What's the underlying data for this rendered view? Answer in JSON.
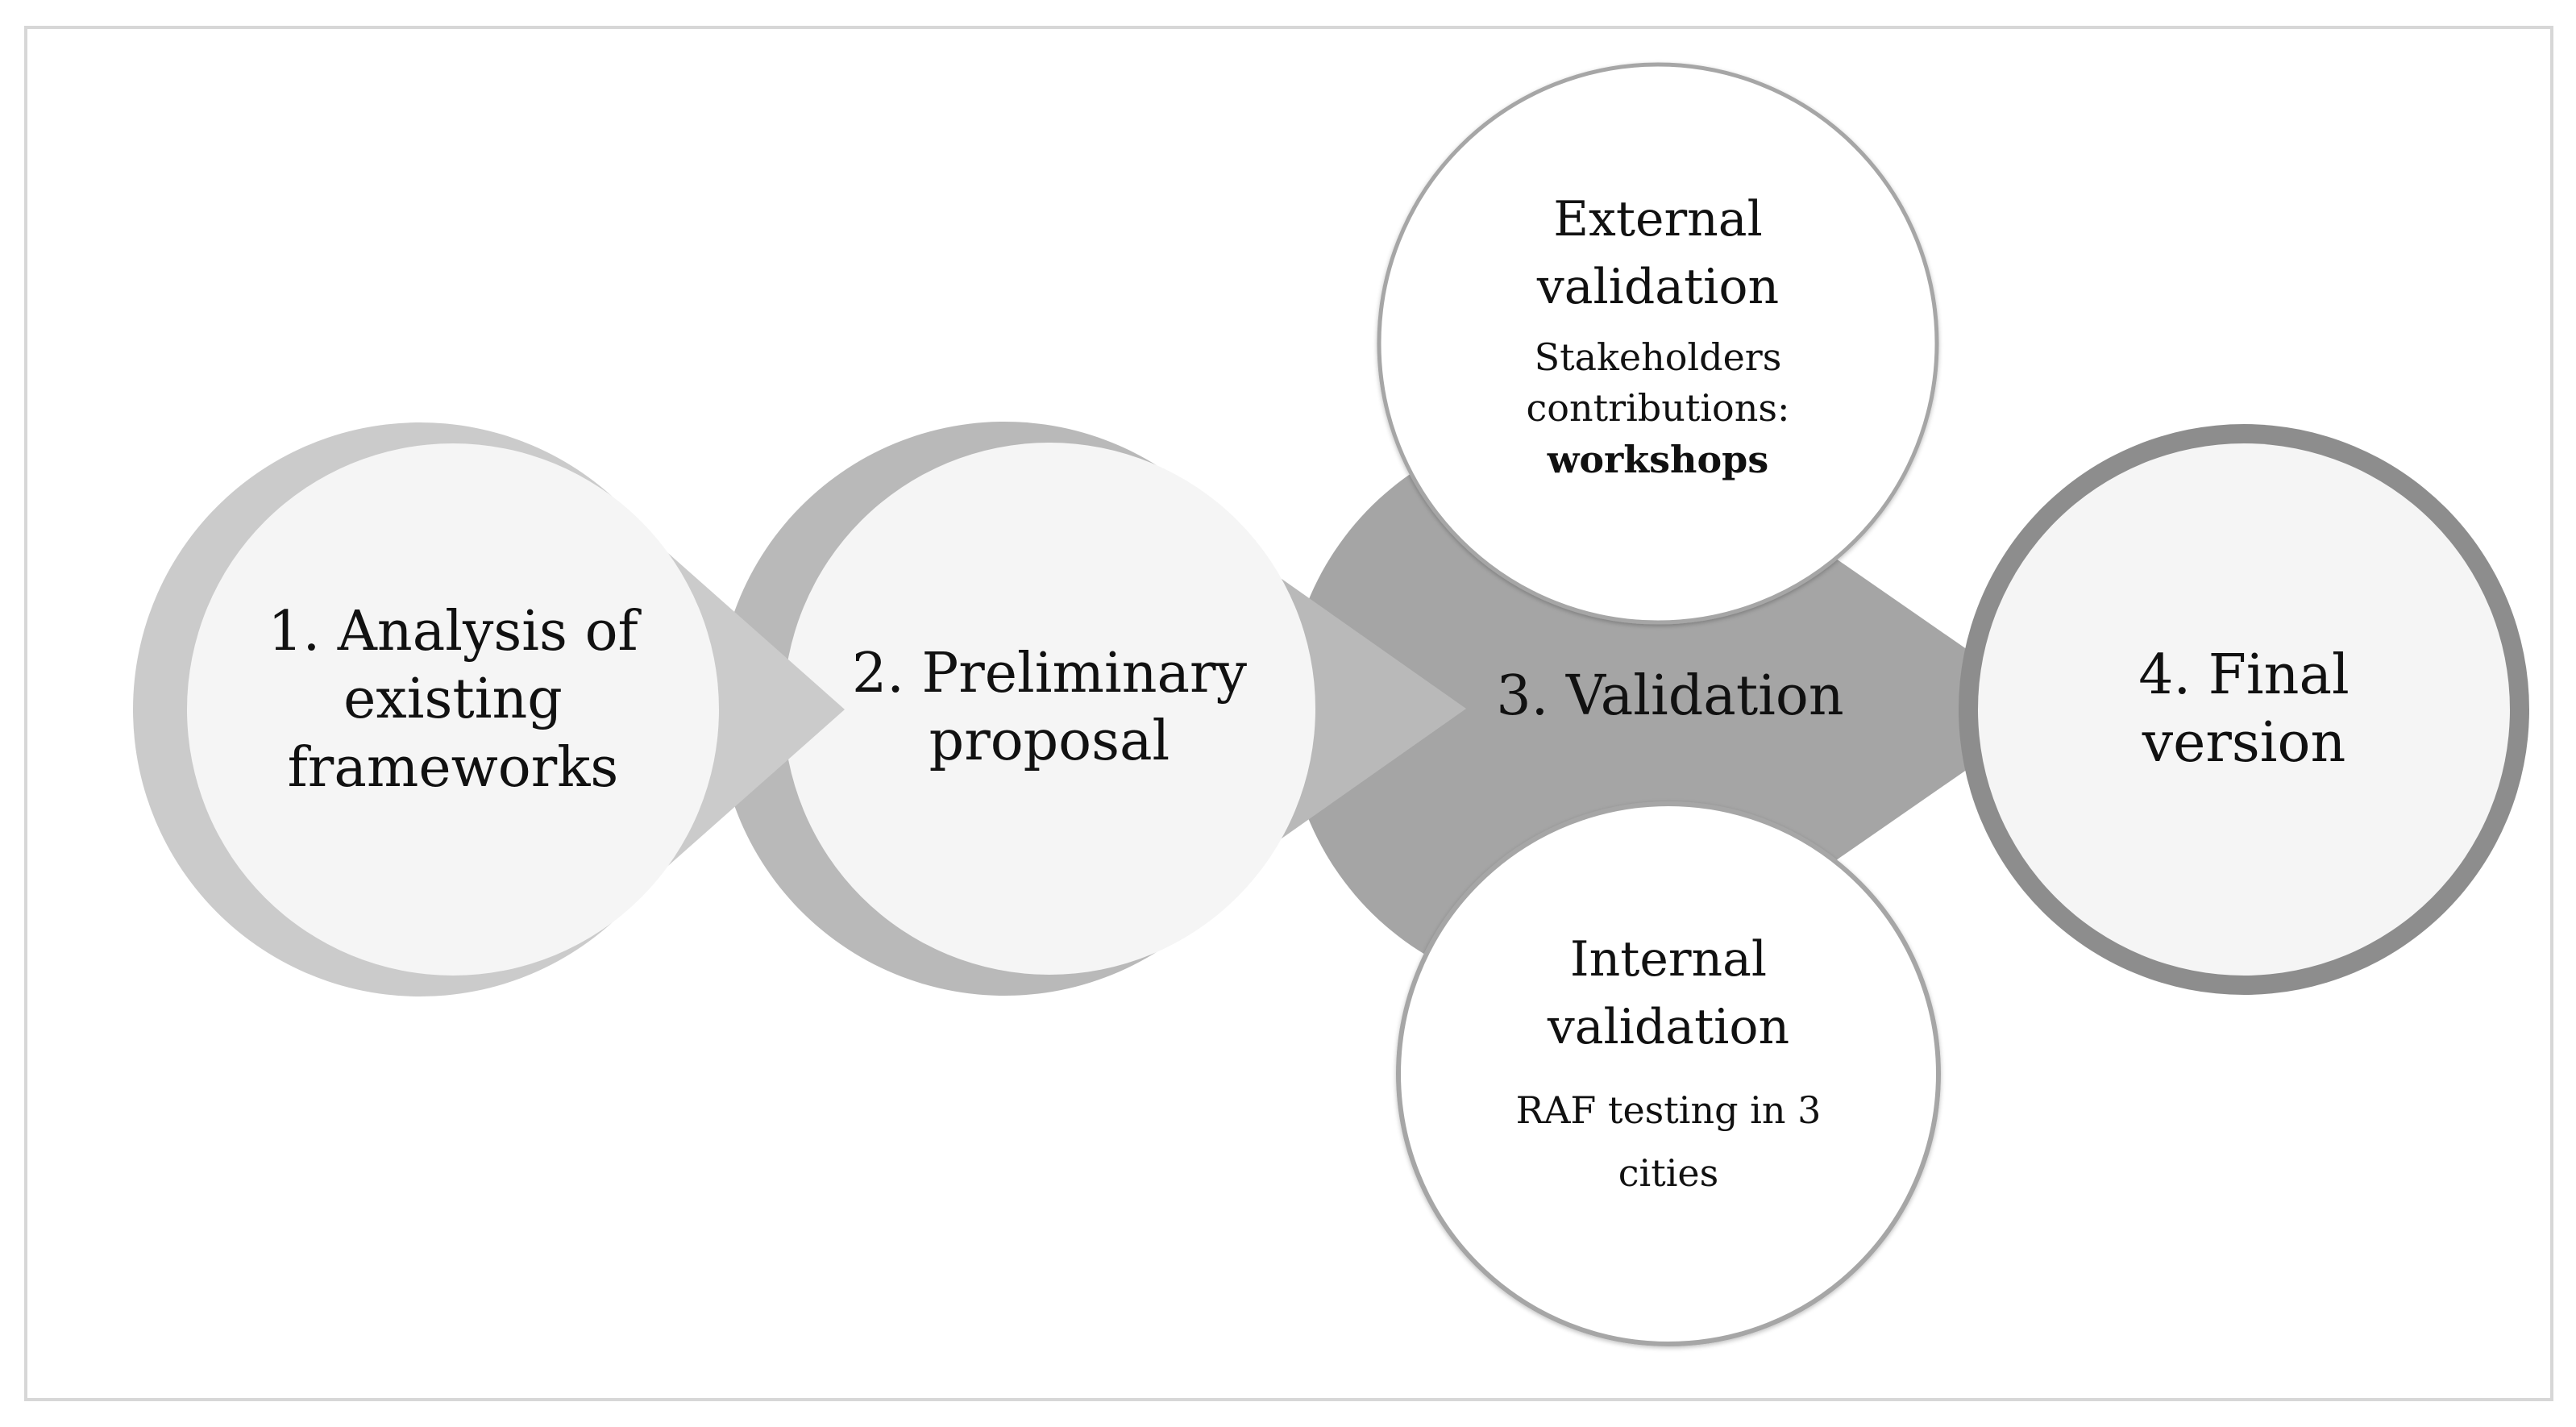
{
  "stages": [
    {
      "lines": [
        "1. Analysis of",
        "existing",
        "frameworks"
      ]
    },
    {
      "lines": [
        "2. Preliminary",
        "proposal"
      ]
    },
    {
      "lines": [
        "3. Validation"
      ]
    },
    {
      "lines": [
        "4. Final",
        "version"
      ]
    }
  ],
  "external_validation": {
    "title_lines": [
      "External",
      "validation"
    ],
    "note_lines": [
      "Stakeholders",
      "contributions:",
      "workshops"
    ]
  },
  "internal_validation": {
    "title_lines": [
      "Internal",
      "validation"
    ],
    "note_lines": [
      "RAF testing in 3",
      "cities"
    ]
  },
  "colors": {
    "stage1_ring": "#cbcbcb",
    "stage2_ring": "#b9b9b9",
    "stage3_fill": "#a5a5a5",
    "stage4_ring": "#8d8d8d",
    "inner_fill": "#f5f5f5",
    "sub_circle_fill": "#ffffff",
    "sub_circle_border": "#a6a6a6"
  }
}
